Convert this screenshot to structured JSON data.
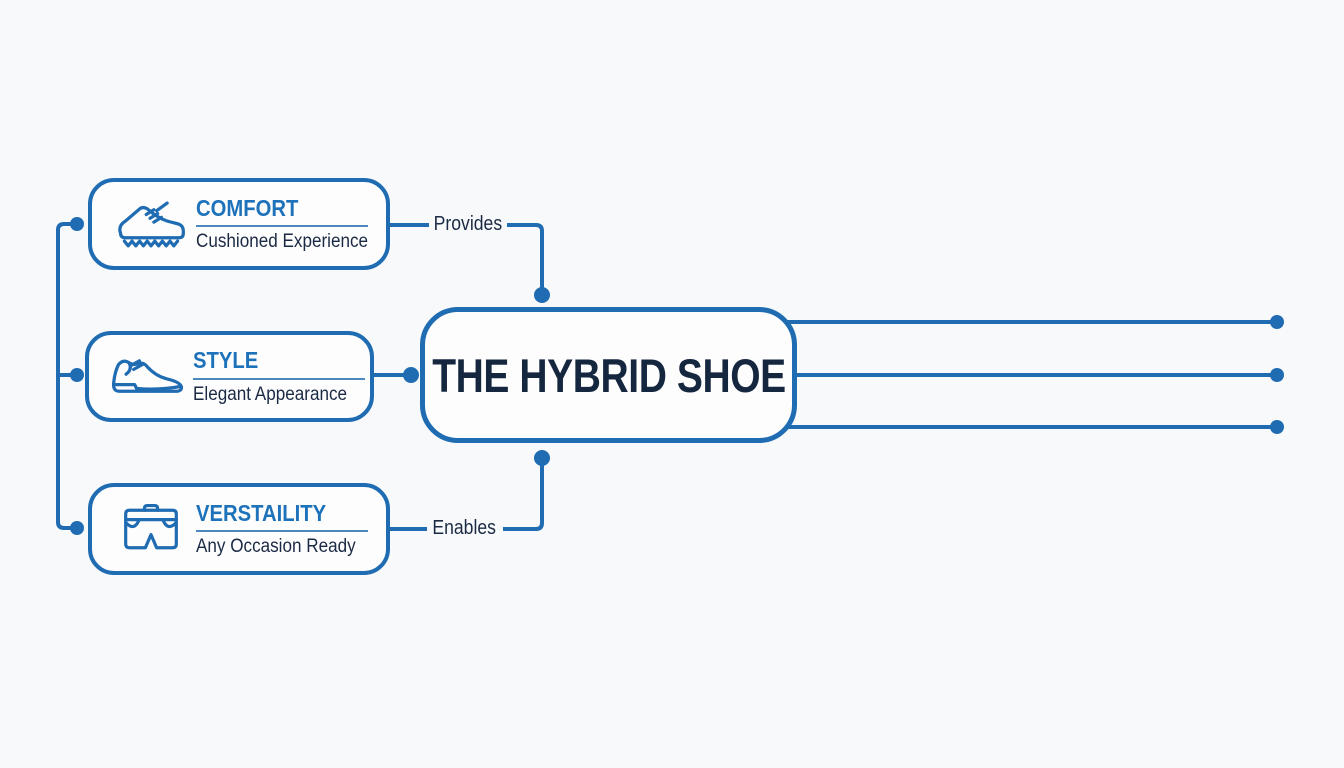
{
  "diagram": {
    "hub": {
      "title": "THE HYBRID SHOE"
    },
    "features": [
      {
        "title": "COMFORT",
        "subtitle": "Cushioned Experience",
        "icon": "sneaker-icon"
      },
      {
        "title": "STYLE",
        "subtitle": "Elegant Appearance",
        "icon": "dress-shoe-icon"
      },
      {
        "title": "VERSTAILITY",
        "subtitle": "Any Occasion Ready",
        "icon": "shorts-icon"
      }
    ],
    "connector_labels": {
      "top": "Provides",
      "bottom": "Enables"
    },
    "colors": {
      "line_blue": "#1f6cb2",
      "title_blue": "#1e72ba",
      "navy_text": "#1b2a44",
      "hub_text": "#15263f",
      "background": "#f8f9fa",
      "card_background": "#fdfdfe"
    }
  }
}
